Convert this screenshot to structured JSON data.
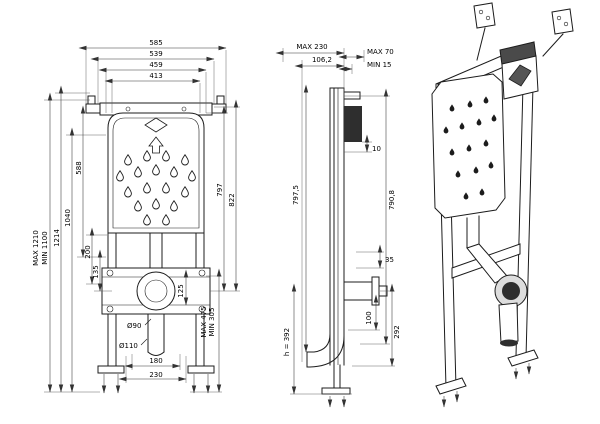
{
  "drawing": {
    "front": {
      "d585": "585",
      "d539": "539",
      "d459": "459",
      "d413": "413",
      "dmax1210": "MAX 1210",
      "dmin1100": "MIN 1100",
      "d1214": "1214",
      "d1040": "1040",
      "d588": "588",
      "d200": "200",
      "d135": "135",
      "d797": "797",
      "d822": "822",
      "dmax475": "MAX 475",
      "dmin305": "MIN 305",
      "d125": "125",
      "d90": "Ø90",
      "d110": "Ø110",
      "d180": "180",
      "d230": "230"
    },
    "side": {
      "dmax230": "MAX 230",
      "d1062": "106,2",
      "dmax70": "MAX 70",
      "dmin15": "MIN 15",
      "d10": "10",
      "d7975": "797,5",
      "d7908": "790,8",
      "d35": "35",
      "d100": "100",
      "d292": "292",
      "dh392": "h = 392"
    }
  }
}
